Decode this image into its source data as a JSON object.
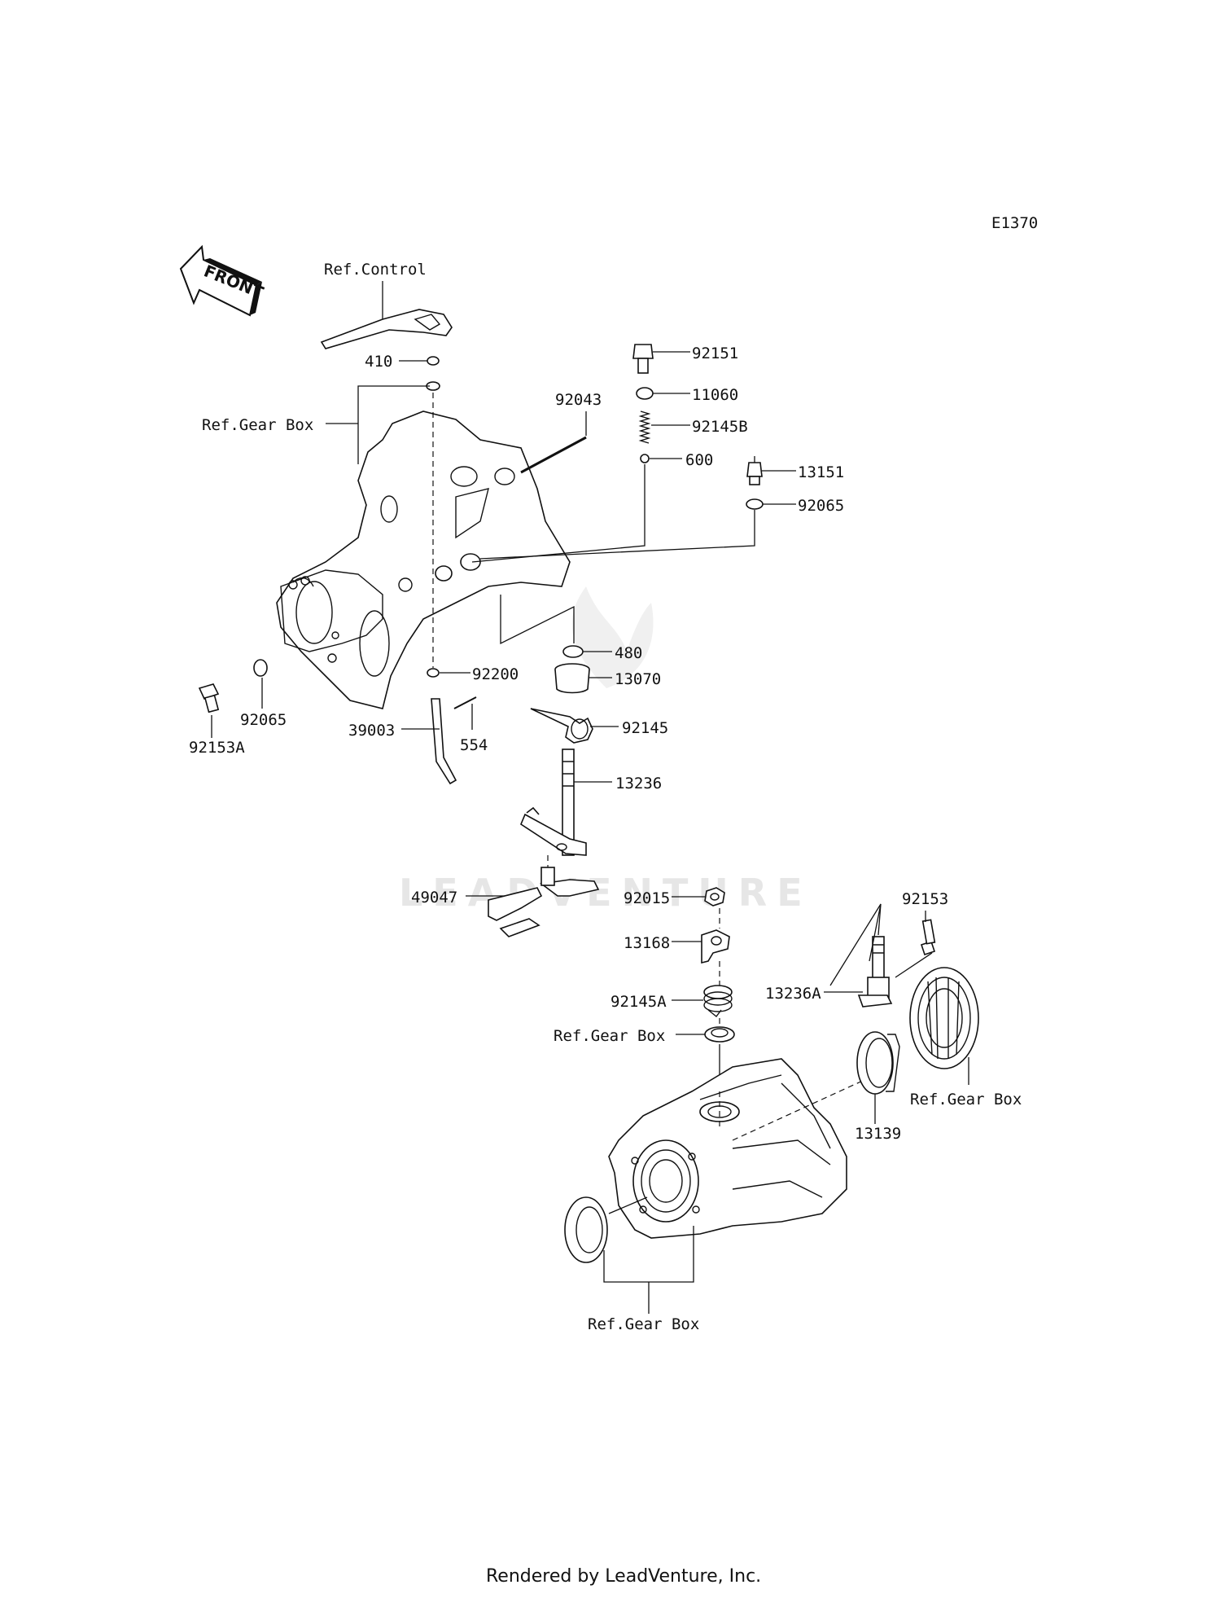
{
  "diagram_code": "E1370",
  "front_arrow_label": "FRONT",
  "watermark": "LEADVENTURE",
  "footer": "Rendered by LeadVenture, Inc.",
  "ref_labels": {
    "control": "Ref.Control",
    "gear_box_upper": "Ref.Gear Box",
    "gear_box_mid": "Ref.Gear Box",
    "gear_box_right": "Ref.Gear Box",
    "gear_box_bottom": "Ref.Gear Box"
  },
  "parts": {
    "p410": "410",
    "p92043": "92043",
    "p92151": "92151",
    "p11060": "11060",
    "p92145B": "92145B",
    "p600": "600",
    "p13151": "13151",
    "p92065_right": "92065",
    "p480": "480",
    "p13070": "13070",
    "p92200": "92200",
    "p92065_left": "92065",
    "p92153A": "92153A",
    "p39003": "39003",
    "p554": "554",
    "p92145": "92145",
    "p13236": "13236",
    "p49047": "49047",
    "p92015": "92015",
    "p13168": "13168",
    "p92145A": "92145A",
    "p92153": "92153",
    "p13236A": "13236A",
    "p13139": "13139"
  }
}
